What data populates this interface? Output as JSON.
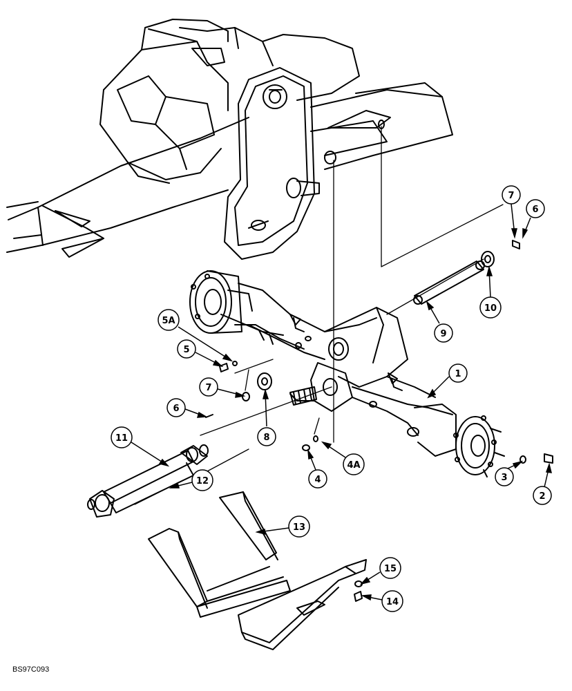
{
  "figure": {
    "reference_code": "BS97C093"
  },
  "callouts": [
    {
      "id": "c1",
      "label": "1"
    },
    {
      "id": "c2",
      "label": "2"
    },
    {
      "id": "c3",
      "label": "3"
    },
    {
      "id": "c4",
      "label": "4"
    },
    {
      "id": "c4a",
      "label": "4A"
    },
    {
      "id": "c5",
      "label": "5"
    },
    {
      "id": "c5a",
      "label": "5A"
    },
    {
      "id": "c6a",
      "label": "6"
    },
    {
      "id": "c6b",
      "label": "6"
    },
    {
      "id": "c7a",
      "label": "7"
    },
    {
      "id": "c7b",
      "label": "7"
    },
    {
      "id": "c8",
      "label": "8"
    },
    {
      "id": "c9",
      "label": "9"
    },
    {
      "id": "c10",
      "label": "10"
    },
    {
      "id": "c11",
      "label": "11"
    },
    {
      "id": "c12",
      "label": "12"
    },
    {
      "id": "c13",
      "label": "13"
    },
    {
      "id": "c14",
      "label": "14"
    },
    {
      "id": "c15",
      "label": "15"
    }
  ]
}
